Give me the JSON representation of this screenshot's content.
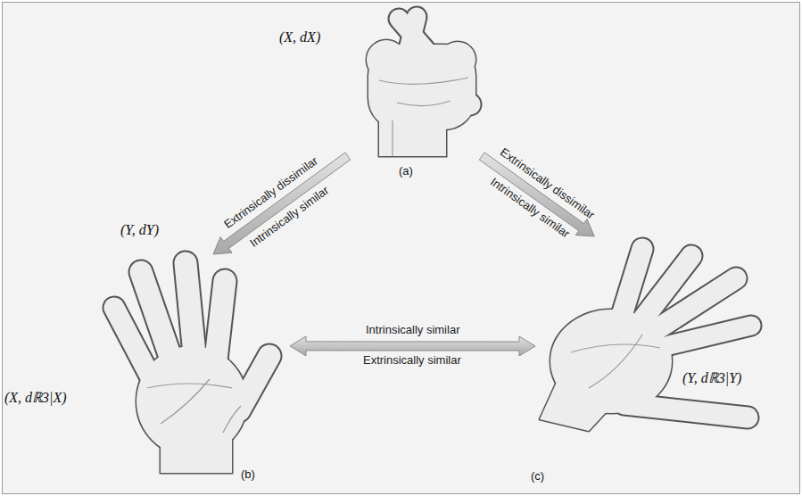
{
  "diagram": {
    "nodes": [
      {
        "text": [
          "(X, dX)",
          "(a)"
        ]
      },
      {
        "text": [
          "(Y, dY)",
          "(X, dℝ3|X)",
          "(b)"
        ]
      },
      {
        "text": [
          "(Y, dℝ3|Y)",
          "(c)"
        ]
      }
    ],
    "edges": [
      {
        "from": 0,
        "to": 1,
        "arrow": "to",
        "label": "Extrinsically dissimilar"
      },
      {
        "from": 0,
        "to": 2,
        "arrow": "to",
        "label": "Extrinsically dissimilar"
      },
      {
        "from": 1,
        "to": 2,
        "arrow": "both",
        "label": "Intrinsically similar"
      }
    ],
    "labels": [
      "Intrinsically similar",
      "Intrinsically similar",
      "Extrinsically similar"
    ]
  }
}
